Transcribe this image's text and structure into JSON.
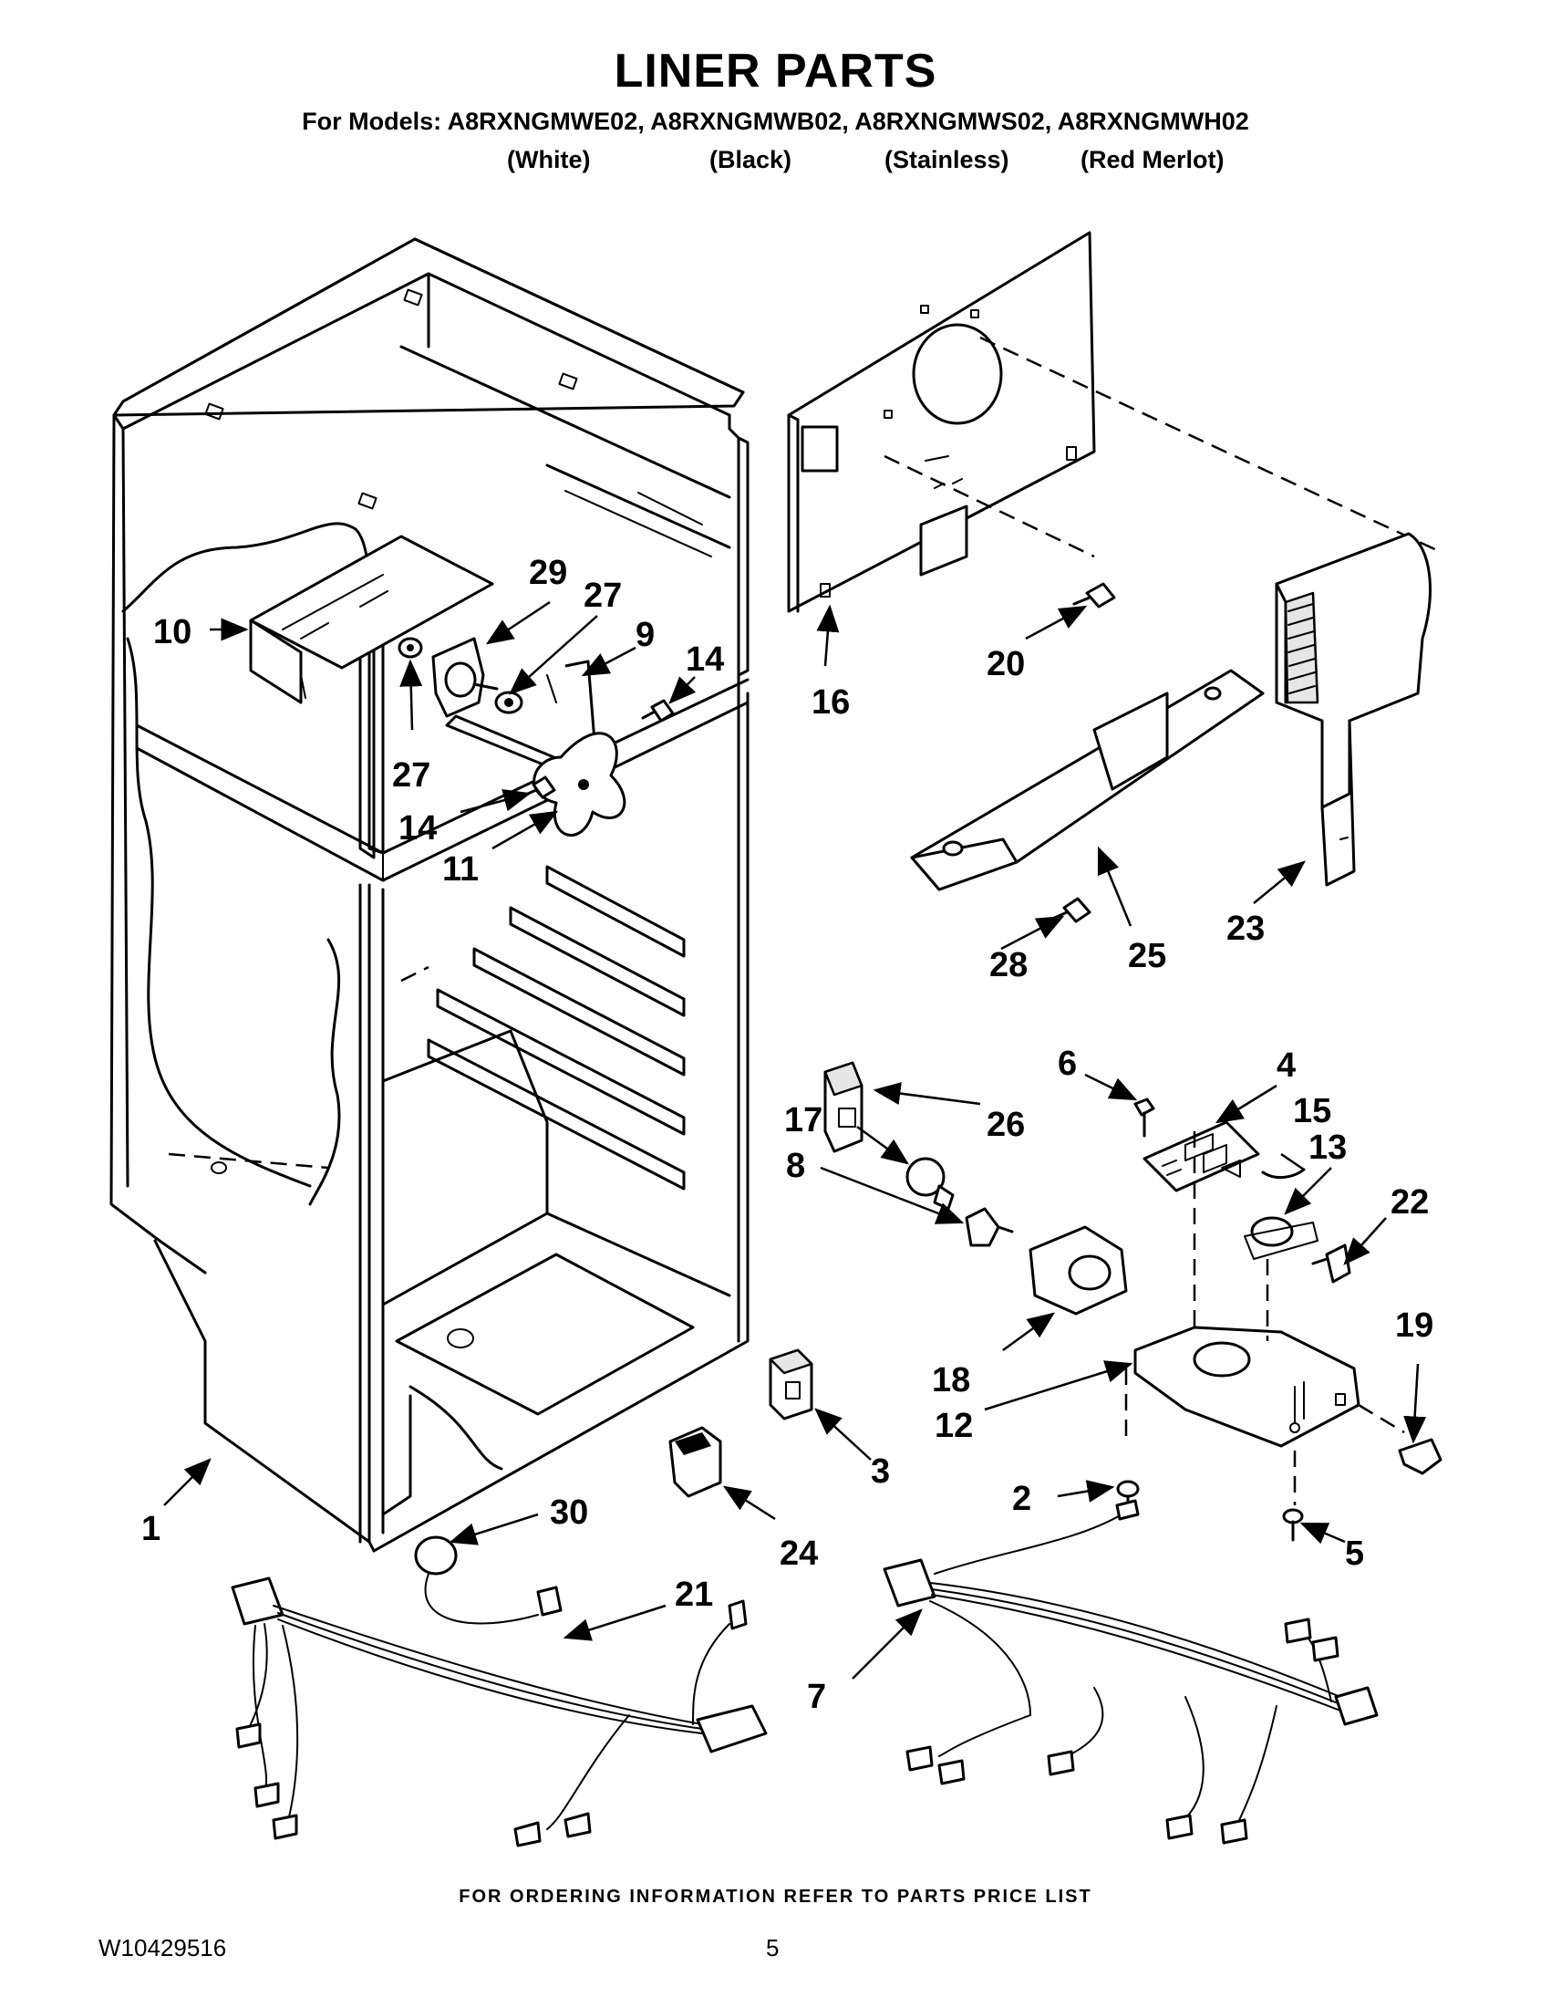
{
  "header": {
    "title": "LINER PARTS",
    "models_line": "For Models: A8RXNGMWE02, A8RXNGMWB02, A8RXNGMWS02, A8RXNGMWH02",
    "colors": [
      "(White)",
      "(Black)",
      "(Stainless)",
      "(Red Merlot)"
    ]
  },
  "callouts": [
    "1",
    "2",
    "3",
    "4",
    "5",
    "6",
    "7",
    "8",
    "9",
    "10",
    "11",
    "12",
    "13",
    "14",
    "14",
    "15",
    "16",
    "17",
    "18",
    "19",
    "20",
    "21",
    "22",
    "23",
    "24",
    "25",
    "26",
    "27",
    "27",
    "28",
    "29",
    "30"
  ],
  "footer": {
    "ordering_note": "FOR ORDERING INFORMATION REFER TO PARTS PRICE LIST",
    "document_number": "W10429516",
    "page_number": "5"
  }
}
